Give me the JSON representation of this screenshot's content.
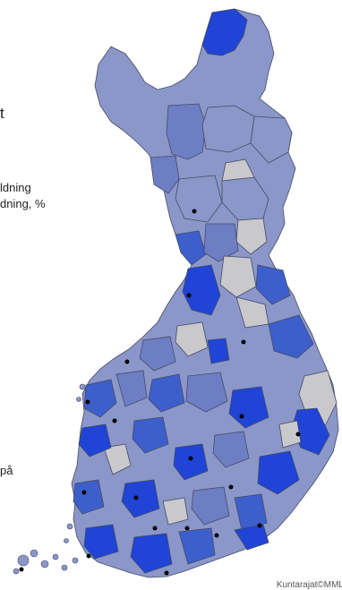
{
  "legend": {
    "fragment_top": "t",
    "fragment_line1": "ldning",
    "fragment_line2": "dning, %",
    "fragment_bottom": "på"
  },
  "credit": "Kuntarajat©MML",
  "colors": {
    "light_gray": "#c9c9cc",
    "light_blue": "#8b97c9",
    "mid_blue": "#6e7ec4",
    "bright_blue": "#3d5fcc",
    "deep_blue": "#1f44d6",
    "border": "#444a66",
    "city_dot": "#000000"
  },
  "icons": [
    "city-dot-icon"
  ]
}
